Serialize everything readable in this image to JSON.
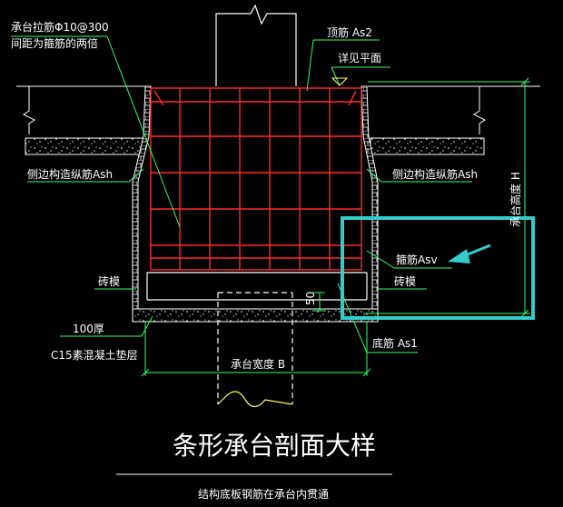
{
  "labels": {
    "tie_bar": "承台拉筋Φ10@300",
    "tie_bar_spacing": "间距为箍筋的两倍",
    "top_bar": "顶筋 As2",
    "see_plan": "详见平面",
    "side_bar_left": "侧边构造纵筋Ash",
    "side_bar_right": "侧边构造纵筋Ash",
    "height": "承台高度 H",
    "stirrup": "箍筋Asv",
    "brick_right": "砖模",
    "brick_left": "砖模",
    "dim_50": "50",
    "cushion_thickness": "100厚",
    "cushion_material": "C15素混凝土垫层",
    "bottom_bar": "底筋 As1",
    "width": "承台宽度 B",
    "title": "条形承台剖面大样",
    "note": "结构底板钢筋在承台内贯通"
  },
  "colors": {
    "rebar": "#ff2a2a",
    "line": "#ffffff",
    "leader": "#33ff66",
    "dimension": "#ffff66",
    "highlight": "#33cccc"
  }
}
